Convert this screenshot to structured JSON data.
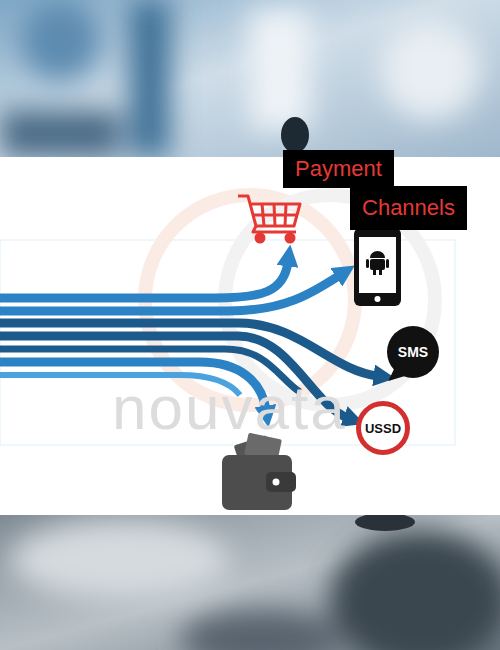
{
  "diagram": {
    "nodes": [
      {
        "text": [
          "Payment"
        ]
      },
      {
        "text": [
          "Channels"
        ]
      },
      {
        "text": [
          "SMS"
        ]
      },
      {
        "text": [
          "USSD"
        ]
      }
    ],
    "labels": [
      "nouvata"
    ]
  }
}
